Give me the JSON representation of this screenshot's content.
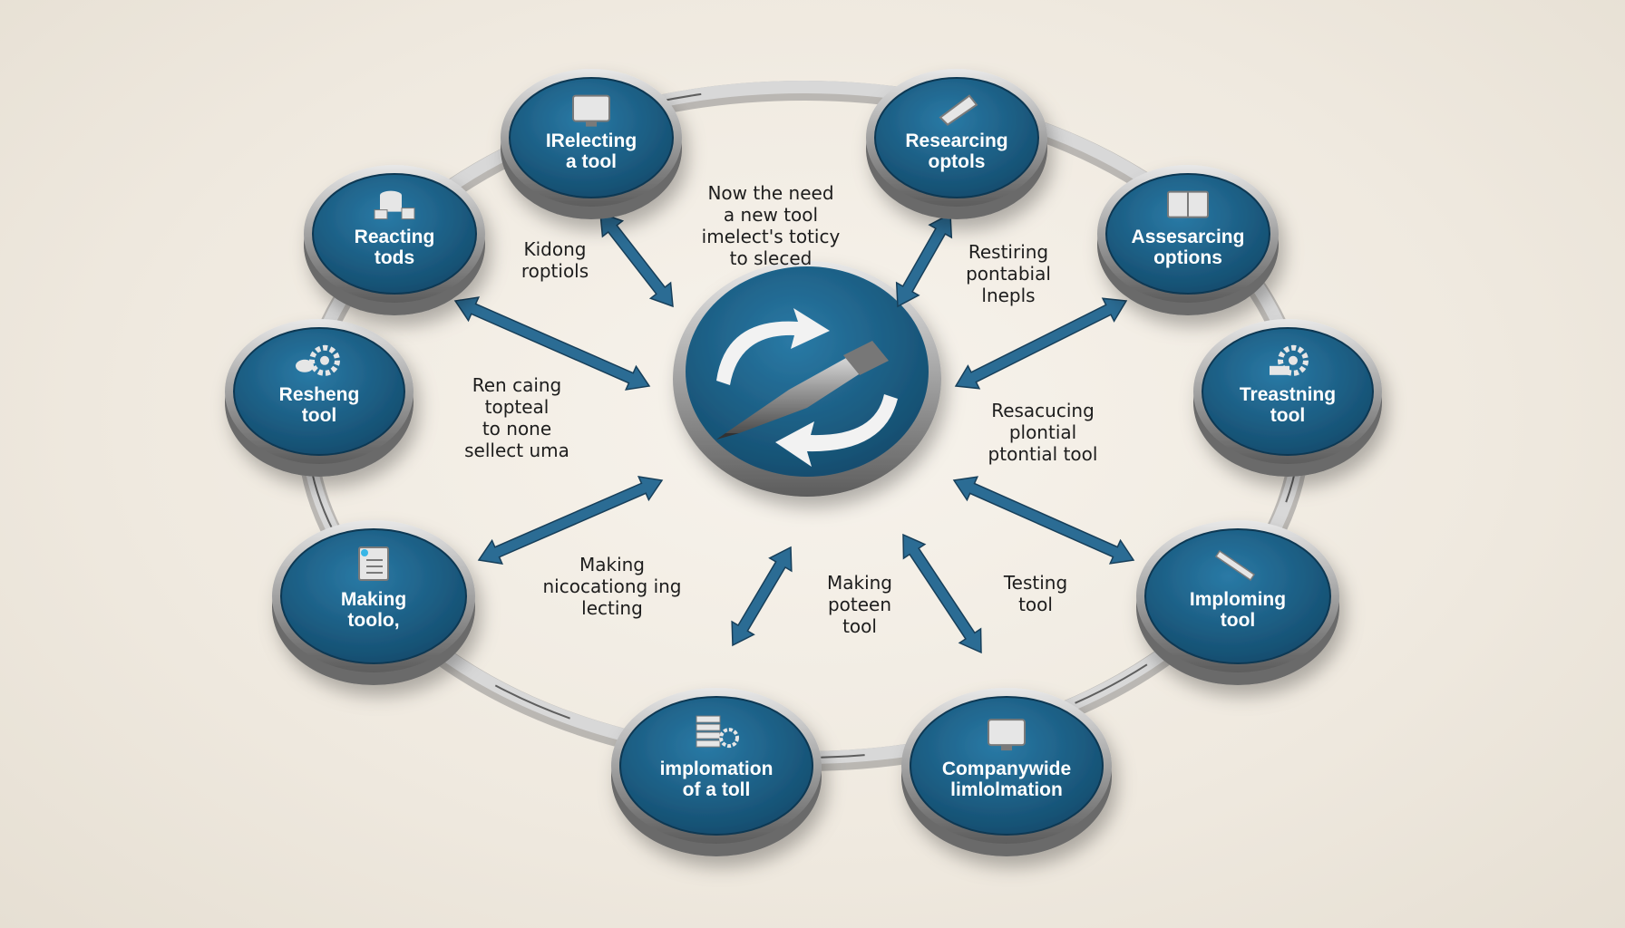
{
  "colors": {
    "node_fill": "#1e5a80",
    "node_rim": "#c9c9c9",
    "arrow_fill": "#2b6c94",
    "ring": "#bdbdbd"
  },
  "center": {
    "icon": "pen-icon"
  },
  "nodes": [
    {
      "key": "top-left",
      "icon": "monitor-icon",
      "lines": [
        "IRelecting",
        "a tool"
      ]
    },
    {
      "key": "top-right",
      "icon": "clip-icon",
      "lines": [
        "Researcing",
        "optols"
      ]
    },
    {
      "key": "right-upper",
      "icon": "book-icon",
      "lines": [
        "Assesarcing",
        "options"
      ]
    },
    {
      "key": "right-mid",
      "icon": "gears-icon",
      "lines": [
        "Treastning",
        "tool"
      ]
    },
    {
      "key": "right-lower",
      "icon": "pen-icon",
      "lines": [
        "Imploming",
        "tool"
      ]
    },
    {
      "key": "bottom-right",
      "icon": "monitor-icon",
      "lines": [
        "Companywide",
        "limlolmation"
      ]
    },
    {
      "key": "bottom-left",
      "icon": "stack-gear-icon",
      "lines": [
        "implomation",
        "of a toll"
      ]
    },
    {
      "key": "left-lower",
      "icon": "document-icon",
      "lines": [
        "Making",
        "toolo,"
      ]
    },
    {
      "key": "left-mid",
      "icon": "gear-icon",
      "lines": [
        "Resheng",
        "tool"
      ]
    },
    {
      "key": "left-upper",
      "icon": "stack-icon",
      "lines": [
        "Reacting",
        "tods"
      ]
    }
  ],
  "notes": [
    {
      "key": "top-center",
      "lines": [
        "Now the need",
        "a new tool",
        "imelect's toticy",
        "to sleced"
      ]
    },
    {
      "key": "upper-left",
      "lines": [
        "Kidong",
        "roptiols"
      ]
    },
    {
      "key": "upper-right",
      "lines": [
        "Restiring",
        "pontabial",
        "lnepls"
      ]
    },
    {
      "key": "mid-left",
      "lines": [
        "Ren caing",
        "toptеal",
        "to none",
        "sellect uma"
      ]
    },
    {
      "key": "mid-right",
      "lines": [
        "Resacucing",
        "plontial",
        "ptontial tool"
      ]
    },
    {
      "key": "lower-left",
      "lines": [
        "Making",
        "nicocationg ing",
        "lecting"
      ]
    },
    {
      "key": "lower-center",
      "lines": [
        "Making",
        "poteen",
        "tool"
      ]
    },
    {
      "key": "lower-right",
      "lines": [
        "Testing",
        "tool"
      ]
    }
  ]
}
